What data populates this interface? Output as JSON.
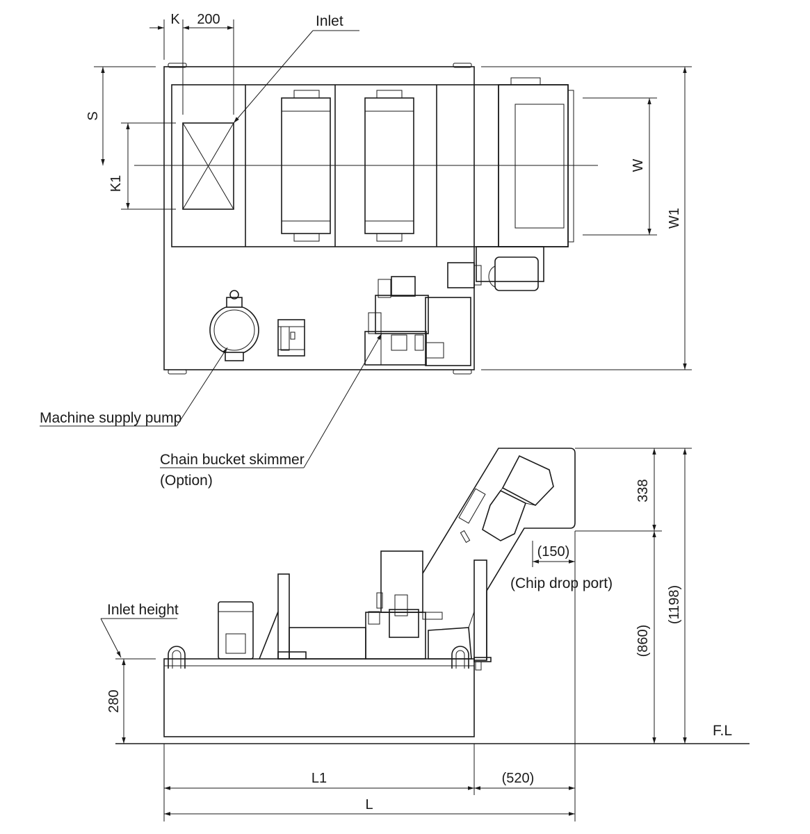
{
  "top_view": {
    "dimensions": {
      "k": "K",
      "k_offset": "200",
      "s": "S",
      "k1": "K1",
      "w": "W",
      "w1": "W1"
    },
    "callouts": {
      "inlet": "Inlet",
      "machine_supply_pump": "Machine supply pump",
      "chain_bucket_skimmer": "Chain bucket skimmer",
      "chain_bucket_skimmer_note": "(Option)"
    }
  },
  "side_view": {
    "dimensions": {
      "top_height": "338",
      "chip_drop_offset": "(150)",
      "drop_height": "(860)",
      "overall_height": "(1198)",
      "inlet_height_value": "280",
      "l1": "L1",
      "overhang": "(520)",
      "l": "L"
    },
    "callouts": {
      "chip_drop_port": "(Chip drop port)",
      "inlet_height": "Inlet height",
      "floor_level": "F.L"
    }
  }
}
